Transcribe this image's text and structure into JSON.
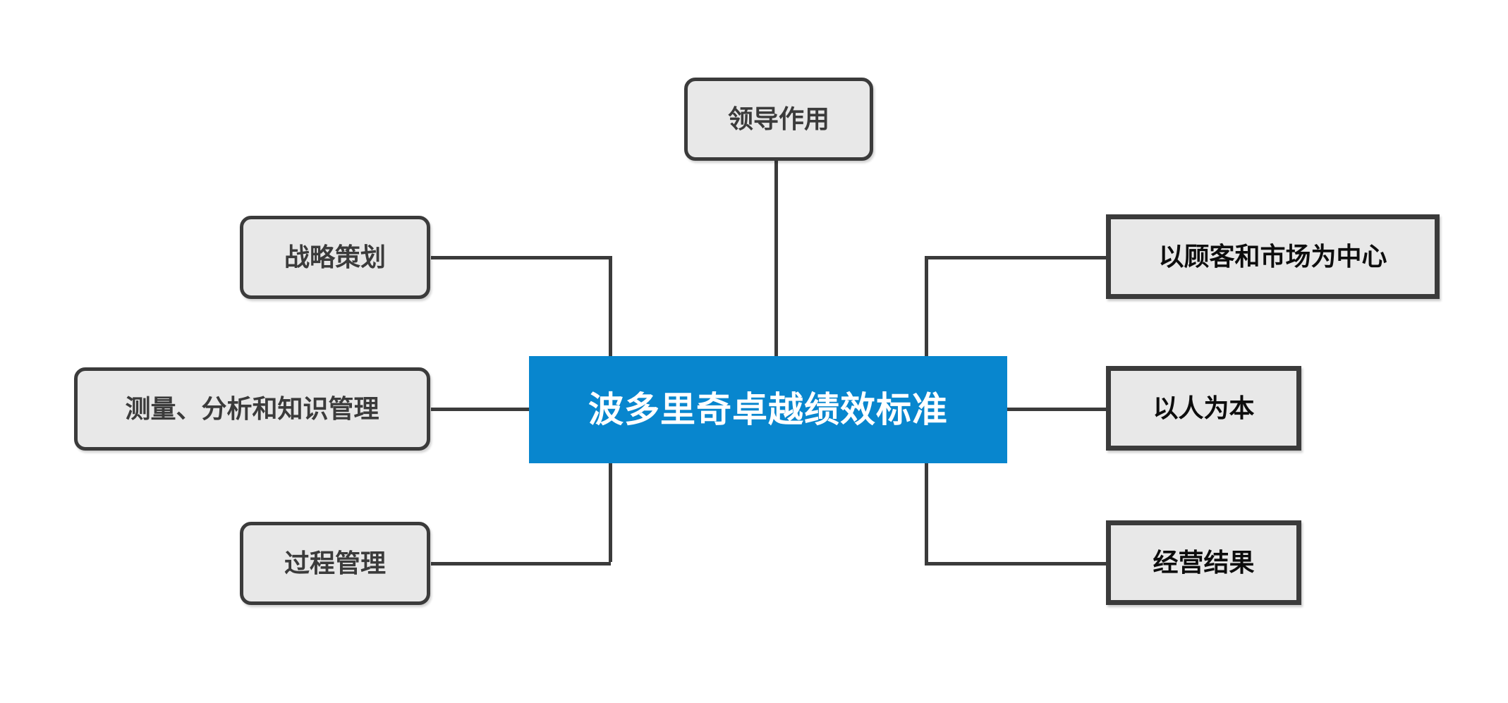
{
  "diagram": {
    "title": "波多里奇卓越绩效标准",
    "type": "mind-map",
    "background_color": "#ffffff",
    "center": {
      "label": "波多里奇卓越绩效标准",
      "fill": "#0886ce",
      "text_color": "#ffffff"
    },
    "style": {
      "branch_fill": "#e8e8e8",
      "branch_border": "#3b3b3b",
      "left_text_color": "#3b3b3b",
      "right_text_color": "#0d0d0d",
      "connector_color": "#3b3b3b"
    },
    "branches": {
      "top": [
        {
          "label": "领导作用"
        }
      ],
      "left": [
        {
          "label": "战略策划"
        },
        {
          "label": "测量、分析和知识管理"
        },
        {
          "label": "过程管理"
        }
      ],
      "right": [
        {
          "label": "以顾客和市场为中心"
        },
        {
          "label": "以人为本"
        },
        {
          "label": "经营结果"
        }
      ]
    }
  }
}
